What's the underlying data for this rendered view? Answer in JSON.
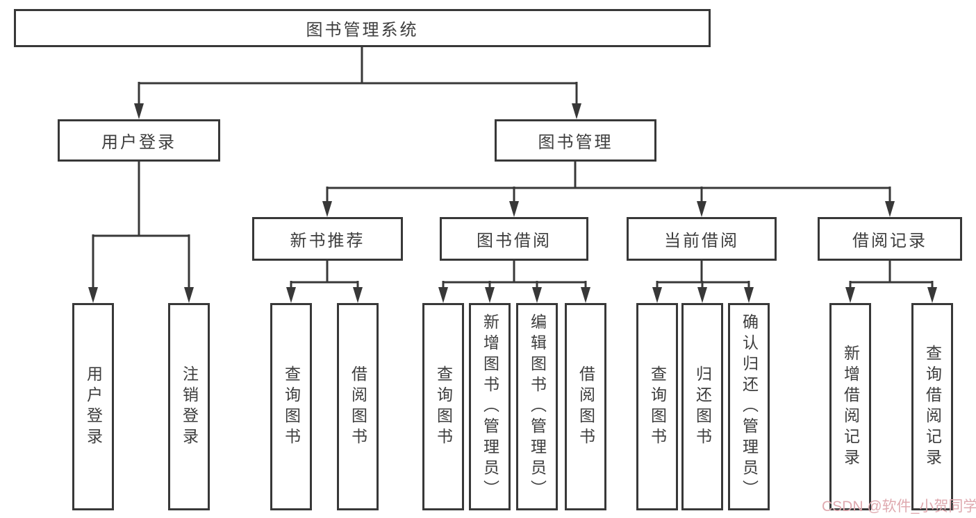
{
  "tree": {
    "root": {
      "label": "图书管理系统"
    },
    "branches": {
      "user_login": {
        "label": "用户登录",
        "children": {
          "login": {
            "label": "用户登录"
          },
          "logout": {
            "label": "注销登录"
          }
        }
      },
      "book_management": {
        "label": "图书管理",
        "children": {
          "new_book": {
            "label": "新书推荐",
            "children": {
              "query": {
                "label": "查询图书"
              },
              "borrow": {
                "label": "借阅图书"
              }
            }
          },
          "borrowing": {
            "label": "图书借阅",
            "children": {
              "query": {
                "label": "查询图书"
              },
              "add": {
                "label": "新增图书（管理员）"
              },
              "edit": {
                "label": "编辑图书（管理员）"
              },
              "borrow": {
                "label": "借阅图书"
              }
            }
          },
          "current": {
            "label": "当前借阅",
            "children": {
              "query": {
                "label": "查询图书"
              },
              "return": {
                "label": "归还图书"
              },
              "confirm": {
                "label": "确认归还（管理员）"
              }
            }
          },
          "records": {
            "label": "借阅记录",
            "children": {
              "add": {
                "label": "新增借阅记录"
              },
              "query": {
                "label": "查询借阅记录"
              }
            }
          }
        }
      }
    }
  },
  "watermark": {
    "text": "CSDN @软件_小贺同学"
  },
  "colors": {
    "line": "#383838",
    "text": "#3d3d3d",
    "box_background": "#ffffff",
    "watermark": "#dfa9af"
  }
}
